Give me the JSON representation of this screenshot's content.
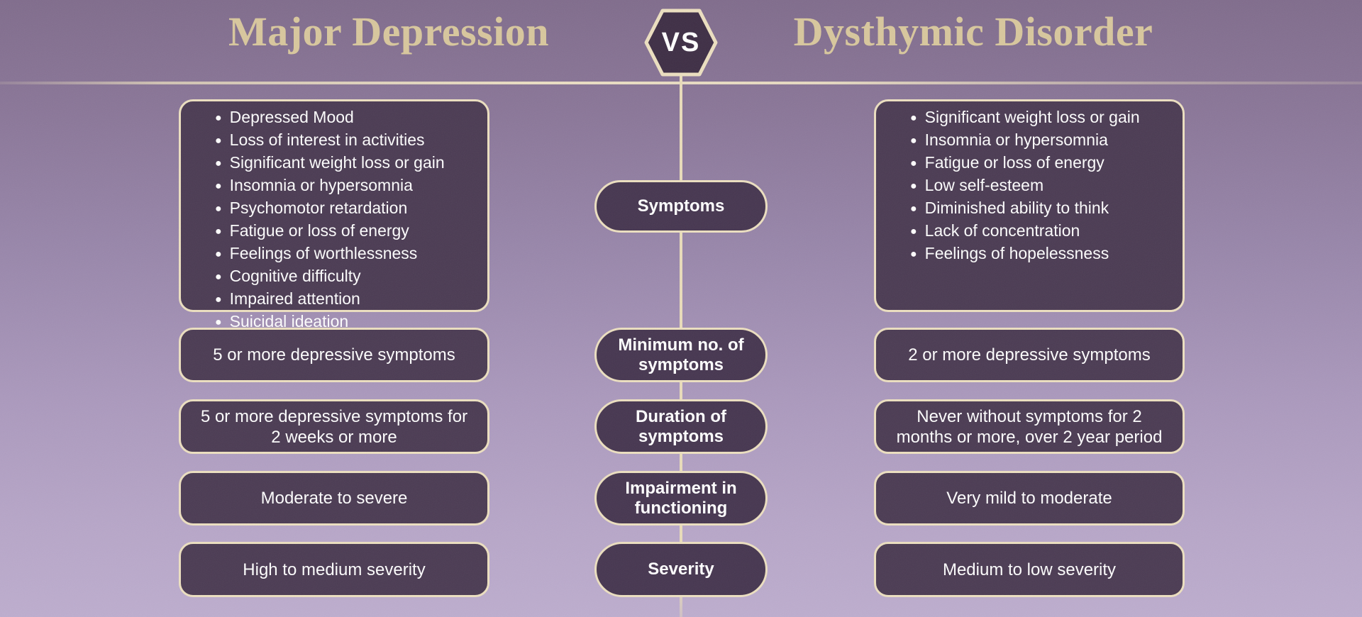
{
  "header": {
    "left_title": "Major Depression",
    "right_title": "Dysthymic Disorder",
    "vs_label": "VS"
  },
  "comparison": {
    "symptoms": {
      "label": "Symptoms",
      "major": [
        "Depressed Mood",
        "Loss of interest in activities",
        "Significant weight loss or gain",
        "Insomnia or hypersomnia",
        "Psychomotor retardation",
        "Fatigue or loss of energy",
        "Feelings of worthlessness",
        "Cognitive difficulty",
        "Impaired attention",
        "Suicidal ideation"
      ],
      "dysthymic": [
        "Significant weight loss or gain",
        "Insomnia or hypersomnia",
        "Fatigue or loss of energy",
        "Low self-esteem",
        "Diminished ability to think",
        "Lack of concentration",
        "Feelings of hopelessness"
      ]
    },
    "rows": [
      {
        "label": "Minimum no. of symptoms",
        "major": "5 or more depressive symptoms",
        "dysthymic": "2 or more depressive symptoms"
      },
      {
        "label": "Duration of symptoms",
        "major": "5 or more depressive symptoms for 2 weeks or more",
        "dysthymic": "Never without symptoms for 2 months or more, over 2 year period"
      },
      {
        "label": "Impairment in functioning",
        "major": "Moderate to severe",
        "dysthymic": "Very mild to moderate"
      },
      {
        "label": "Severity",
        "major": "High to medium severity",
        "dysthymic": "Medium to low severity"
      }
    ]
  },
  "colors": {
    "background_top": "#806c8c",
    "background_bottom": "#bdadce",
    "box_fill": "#4b3b53",
    "pill_fill": "#463650",
    "hexagon_fill": "#3e2e45",
    "border_cream": "#ecdfc0",
    "title_tan": "#d8c79d",
    "text_white": "#ffffff"
  }
}
